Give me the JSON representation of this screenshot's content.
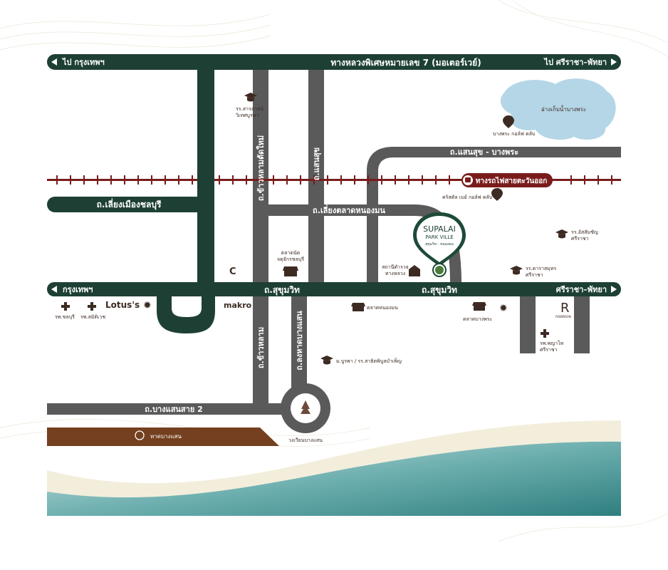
{
  "map": {
    "colors": {
      "highway": "#1e4034",
      "road": "#5a5a5a",
      "railway": "#7a1c1c",
      "beach": "#74401f",
      "sea": "#2f7f7f",
      "sand": "#f3eedc",
      "poi": "#6b4a3a",
      "lake": "#b5d6e6",
      "pin": "#1e4a37"
    },
    "highway": {
      "left": "ไป กรุงเทพฯ",
      "center": "ทางหลวงพิเศษหมายเลข 7 (มอเตอร์เวย์)",
      "right": "ไป ศรีราชา–พัทยา"
    },
    "sukhumvit": {
      "left": "กรุงเทพฯ",
      "center_left": "ถ.สุขุมวิท",
      "center_right": "ถ.สุขุมวิท",
      "right": "ศรีราชา–พัทยา"
    },
    "roads": {
      "saensuk_bangphra": "ถ.แสนสุข - บางพระ",
      "liang_mueang": "ถ.เลี่ยงเมืองชลบุรี",
      "liang_talat": "ถ.เลี่ยงตลาดหนองมน",
      "khao_lam_tat_mai": "ถ.ข้าวหลามตัดใหม่",
      "saensuk": "ถ.แสนสุข",
      "khao_lam": "ถ.ข้าวหลาม",
      "long_hat": "ถ.ลงหาดบางแสน",
      "bangsaen_sai2": "ถ.บางแสนสาย 2"
    },
    "railway": {
      "label": "ทางรถไฟสายตะวันออก"
    },
    "project": {
      "brand": "SUPALAI",
      "name": "PARK VILLE",
      "location": "สุขุมวิท - หนองมน"
    },
    "places": {
      "school_sarasas": "รร.สารสาสน์\nวิเทศบูรพา",
      "reservoir": "อ่างเก็บน้ำบางพระ",
      "bangphra_golf": "บางพระ กอล์ฟ คลับ",
      "crystal_bay_golf": "คริสตัล เบย์ กอล์ฟ คลับ",
      "talat_chatuchak": "ตลาดนัด\nจตุจักรชลบุรี",
      "police": "สถานีตำรวจ\nทางหลวง",
      "assumption": "รร.อัสสัมชัญ\nศรีราชา",
      "darasamut": "รร.ดาราสมุทร\nศรีราชา",
      "lotus": "Lotus's",
      "makro": "makro",
      "hosp_chonburi": "รพ.ชลบุรี",
      "hosp_samitivej": "รพ.สมิติเวช",
      "talat_nongmon": "ตลาดหนองมน",
      "talat_bangphra": "ตลาดบางพระ",
      "robinson": "ROBINSON",
      "hosp_phyathai": "รพ.พญาไท\nศรีราชา",
      "buu": "ม.บูรพา / รร.สาธิตพิบูลบำเพ็ญ",
      "roundabout": "วงเวียนบางแสน",
      "beach": "หาดบางแสน"
    }
  }
}
